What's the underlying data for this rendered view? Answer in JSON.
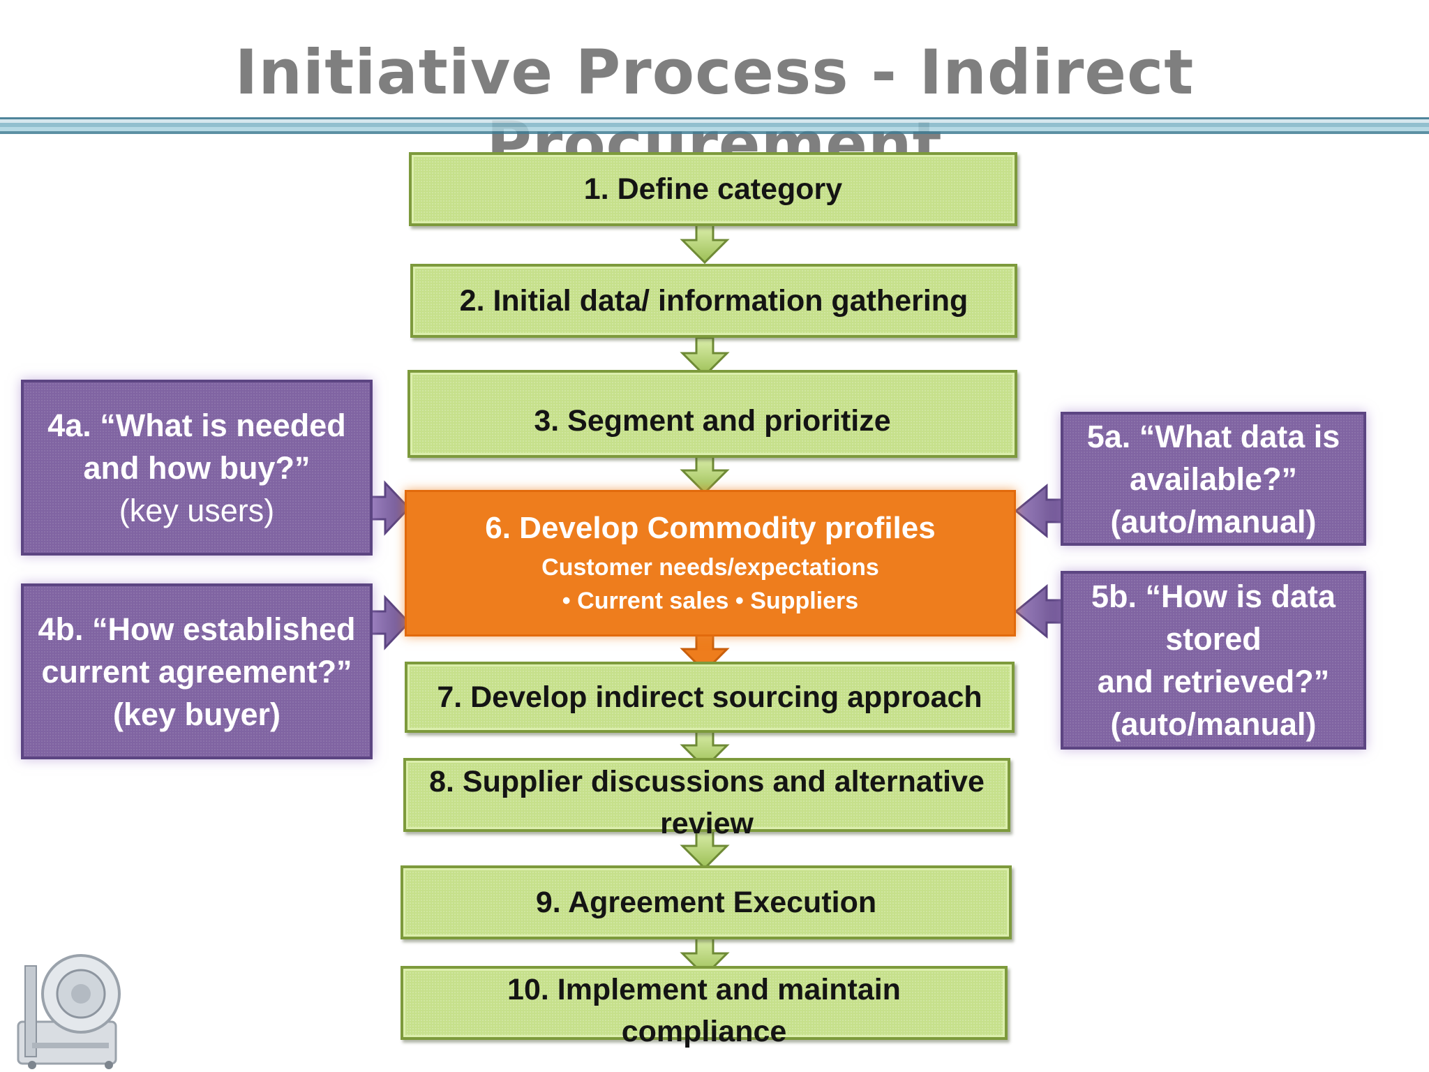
{
  "title": "Initiative Process - Indirect Procurement",
  "steps": [
    "1. Define  category",
    "2. Initial data/ information gathering",
    "3. Segment and prioritize",
    "7. Develop indirect sourcing approach",
    "8. Supplier discussions and alternative review",
    "9. Agreement  Execution",
    "10. Implement and maintain compliance"
  ],
  "central": {
    "title": "6. Develop  Commodity profiles",
    "line1": "Customer needs/expectations",
    "line2": "• Current sales • Suppliers"
  },
  "left": {
    "a": {
      "line1": "4a. “What is needed",
      "line2": "and how buy?”",
      "line3": "(key users)"
    },
    "b": {
      "line1": "4b. “How established",
      "line2": "current agreement?”",
      "line3": "(key buyer)"
    }
  },
  "right": {
    "a": {
      "line1": "5a. “What data is",
      "line2": "available?”",
      "line3": "(auto/manual)"
    },
    "b": {
      "line1": "5b. “How is data",
      "line2": "stored",
      "line3": "and retrieved?”",
      "line4": "(auto/manual)"
    }
  },
  "colors": {
    "step_fill": "#c6e08b",
    "central_fill": "#ee7d1d",
    "side_fill": "#8064a2",
    "title_text": "#7f7f7f"
  },
  "icons": [
    "down-arrow-icon",
    "right-arrow-icon",
    "left-arrow-icon",
    "machine-illustration"
  ]
}
